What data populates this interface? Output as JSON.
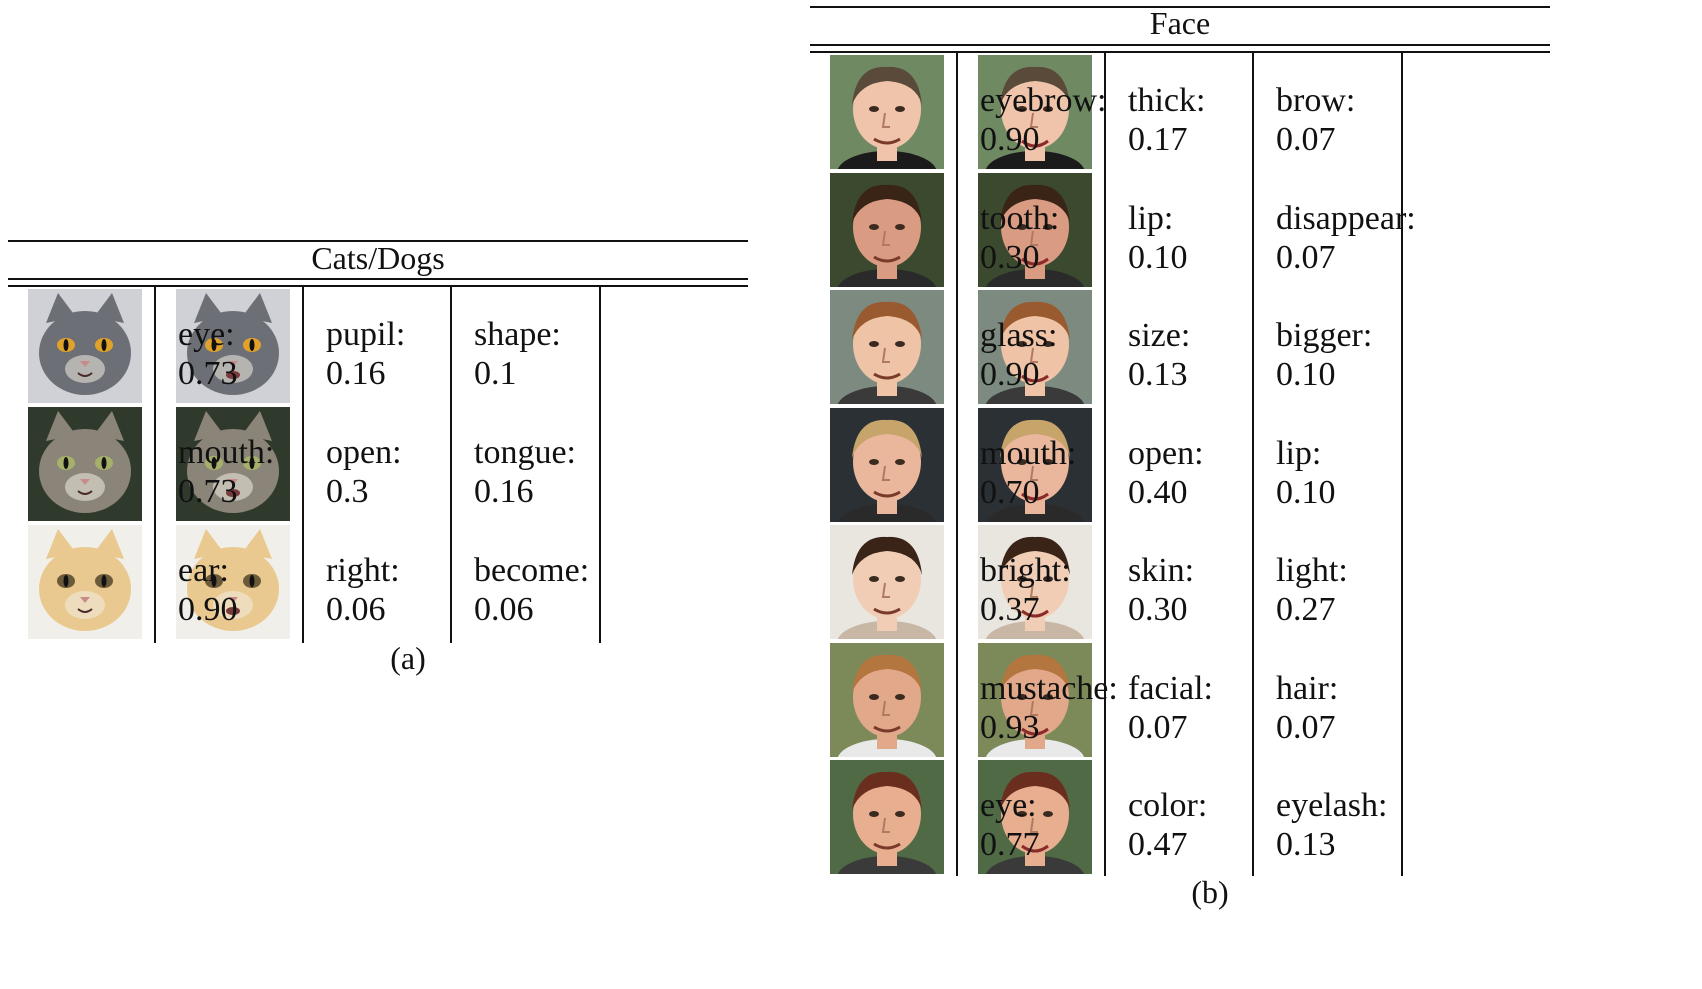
{
  "panel_a": {
    "title": "Cats/Dogs",
    "caption": "(a)",
    "rows": [
      {
        "kind": "cat",
        "fur": "#6d6f76",
        "bg": "#cfd1d6",
        "eye": "#e0a22a",
        "cells": [
          {
            "word": "eye:",
            "score": "0.73"
          },
          {
            "word": "pupil:",
            "score": "0.16"
          },
          {
            "word": "shape:",
            "score": "0.1"
          }
        ]
      },
      {
        "kind": "cat",
        "fur": "#8a8578",
        "bg": "#2f3a2c",
        "eye": "#a7b06a",
        "cells": [
          {
            "word": "mouth:",
            "score": "0.73"
          },
          {
            "word": "open:",
            "score": "0.3"
          },
          {
            "word": "tongue:",
            "score": "0.16"
          }
        ]
      },
      {
        "kind": "cat",
        "fur": "#e9c98f",
        "bg": "#f1efe9",
        "eye": "#6b5a3a",
        "cells": [
          {
            "word": "ear:",
            "score": "0.90"
          },
          {
            "word": "right:",
            "score": "0.06"
          },
          {
            "word": "become:",
            "score": "0.06"
          }
        ]
      }
    ]
  },
  "panel_b": {
    "title": "Face",
    "caption": "(b)",
    "rows": [
      {
        "kind": "face",
        "skin": "#f0c4aa",
        "hair": "#5a4a3a",
        "bg": "#6f8a63",
        "shirt": "#1b1b1b",
        "cells": [
          {
            "word": "eyebrow:",
            "score": "0.90"
          },
          {
            "word": "thick:",
            "score": "0.17"
          },
          {
            "word": "brow:",
            "score": "0.07"
          }
        ]
      },
      {
        "kind": "face",
        "skin": "#d99b82",
        "hair": "#3a2416",
        "bg": "#3b4a2f",
        "shirt": "#2a2a2a",
        "cells": [
          {
            "word": "tooth:",
            "score": "0.30"
          },
          {
            "word": "lip:",
            "score": "0.10"
          },
          {
            "word": "disappear:",
            "score": "0.07"
          }
        ]
      },
      {
        "kind": "face",
        "skin": "#efc3a6",
        "hair": "#9a5a30",
        "bg": "#7d8a80",
        "shirt": "#3a3a3a",
        "cells": [
          {
            "word": "glass:",
            "score": "0.90"
          },
          {
            "word": "size:",
            "score": "0.13"
          },
          {
            "word": "bigger:",
            "score": "0.10"
          }
        ]
      },
      {
        "kind": "face",
        "skin": "#eab79c",
        "hair": "#c7a46a",
        "bg": "#2b3035",
        "shirt": "#2a2a2a",
        "cells": [
          {
            "word": "mouth:",
            "score": "0.70"
          },
          {
            "word": "open:",
            "score": "0.40"
          },
          {
            "word": "lip:",
            "score": "0.10"
          }
        ]
      },
      {
        "kind": "face",
        "skin": "#f1cdb6",
        "hair": "#3a2418",
        "bg": "#e9e6e0",
        "shirt": "#c9b7a6",
        "cells": [
          {
            "word": "bright:",
            "score": "0.37"
          },
          {
            "word": "skin:",
            "score": "0.30"
          },
          {
            "word": "light:",
            "score": "0.27"
          }
        ]
      },
      {
        "kind": "face",
        "skin": "#e2a88a",
        "hair": "#b3763f",
        "bg": "#7c8a5a",
        "shirt": "#e9e9e9",
        "cells": [
          {
            "word": "mustache:",
            "score": "0.93"
          },
          {
            "word": "facial:",
            "score": "0.07"
          },
          {
            "word": "hair:",
            "score": "0.07"
          }
        ]
      },
      {
        "kind": "face",
        "skin": "#e8ae90",
        "hair": "#6a2e1e",
        "bg": "#4f6a45",
        "shirt": "#3a3a3a",
        "cells": [
          {
            "word": "eye:",
            "score": "0.77"
          },
          {
            "word": "color:",
            "score": "0.47"
          },
          {
            "word": "eyelash:",
            "score": "0.13"
          }
        ]
      }
    ]
  }
}
